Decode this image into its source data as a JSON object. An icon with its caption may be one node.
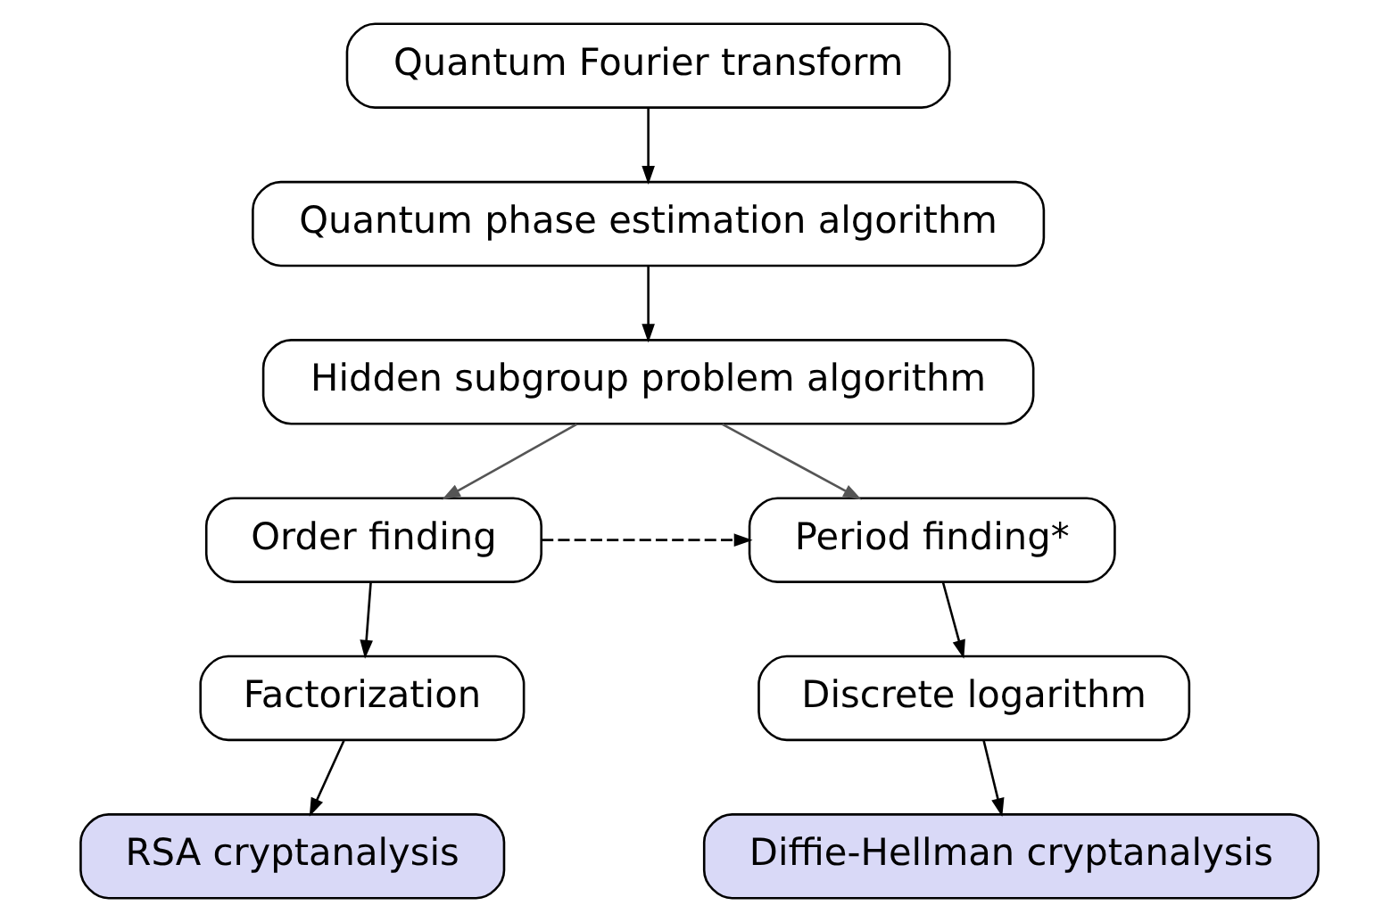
{
  "diagram": {
    "nodes": [
      {
        "text": [
          "Quantum Fourier transform"
        ]
      },
      {
        "text": [
          "Quantum phase estimation algorithm"
        ]
      },
      {
        "text": [
          "Hidden subgroup problem algorithm"
        ]
      },
      {
        "text": [
          "Order finding"
        ]
      },
      {
        "text": [
          "Period finding*"
        ]
      },
      {
        "text": [
          "Factorization"
        ]
      },
      {
        "text": [
          "Discrete logarithm"
        ]
      },
      {
        "text": [
          "RSA cryptanalysis"
        ]
      },
      {
        "text": [
          "Diffie-Hellman cryptanalysis"
        ]
      }
    ],
    "edges": [
      {
        "from": 0,
        "to": 1,
        "arrow": "to"
      },
      {
        "from": 1,
        "to": 2,
        "arrow": "to"
      },
      {
        "from": 2,
        "to": 3,
        "arrow": "to",
        "color": "#555555"
      },
      {
        "from": 2,
        "to": 4,
        "arrow": "to",
        "color": "#555555"
      },
      {
        "from": 3,
        "to": 4,
        "arrow": "to",
        "style": "dashed"
      },
      {
        "from": 3,
        "to": 5,
        "arrow": "to"
      },
      {
        "from": 4,
        "to": 6,
        "arrow": "to"
      },
      {
        "from": 5,
        "to": 7,
        "arrow": "to"
      },
      {
        "from": 6,
        "to": 8,
        "arrow": "to"
      }
    ]
  }
}
